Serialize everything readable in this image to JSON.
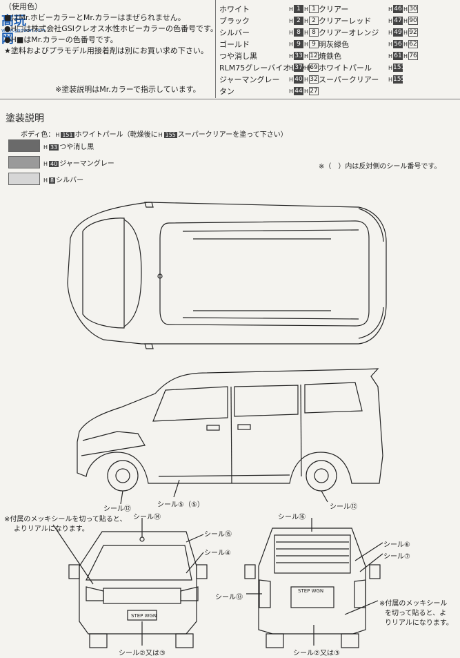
{
  "top_notes": {
    "partial_title": "（使用色）",
    "line1": "■はMr.ホビーカラーとMr.カラーはまぜられません。",
    "line2": "●H□は株式会社GSIクレオス水性ホビーカラーの色番号です。",
    "line3": "●H■はMr.カラーの色番号です。",
    "line4": "★塗料およびプラモデル用接着剤は別にお買い求め下さい。",
    "line5": "※塗装説明はMr.カラーで指示しています。"
  },
  "watermark": {
    "text": "高玩网",
    "url": "www.gaowan.com"
  },
  "colors_left": [
    {
      "name": "ホワイト",
      "h": "H",
      "mr": "1",
      "h2": "H",
      "aq": "1"
    },
    {
      "name": "ブラック",
      "h": "H",
      "mr": "2",
      "h2": "H",
      "aq": "2"
    },
    {
      "name": "シルバー",
      "h": "H",
      "mr": "8",
      "h2": "H",
      "aq": "8"
    },
    {
      "name": "ゴールド",
      "h": "H",
      "mr": "9",
      "h2": "H",
      "aq": "9"
    },
    {
      "name": "つや消し黒",
      "h": "H",
      "mr": "33",
      "h2": "H",
      "aq": "12"
    },
    {
      "name": "RLM75グレーバイオレット",
      "h": "H",
      "mr": "37",
      "h2": "H",
      "aq": "69"
    },
    {
      "name": "ジャーマングレー",
      "h": "H",
      "mr": "40",
      "h2": "H",
      "aq": "32"
    },
    {
      "name": "タン",
      "h": "H",
      "mr": "44",
      "h2": "H",
      "aq": "27"
    }
  ],
  "colors_right": [
    {
      "name": "クリアー",
      "h": "H",
      "mr": "46",
      "h2": "H",
      "aq": "30"
    },
    {
      "name": "クリアーレッド",
      "h": "H",
      "mr": "47",
      "h2": "H",
      "aq": "90"
    },
    {
      "name": "クリアーオレンジ",
      "h": "H",
      "mr": "49",
      "h2": "H",
      "aq": "92"
    },
    {
      "name": "明灰緑色",
      "h": "H",
      "mr": "56",
      "h2": "H",
      "aq": "62"
    },
    {
      "name": "焼鉄色",
      "h": "H",
      "mr": "61",
      "h2": "H",
      "aq": "76"
    },
    {
      "name": "ホワイトパール",
      "h": "H",
      "mr": "151",
      "h2": "",
      "aq": ""
    },
    {
      "name": "スーパークリアー",
      "h": "H",
      "mr": "155",
      "h2": "",
      "aq": ""
    }
  ],
  "section": {
    "title": "塗装説明",
    "body_prefix": "ボディ色：",
    "body_h1": "H",
    "body_c1": "151",
    "body_mid": "ホワイトパール（乾燥後に",
    "body_h2": "H",
    "body_c2": "155",
    "body_suffix": "スーパークリアーを塗って下さい）",
    "opposite_note": "※（　）内は反対側のシール番号です。"
  },
  "swatches": [
    {
      "h": "H",
      "code": "33",
      "label": "つや消し黒",
      "color": "#6a6a6a"
    },
    {
      "h": "H",
      "code": "40",
      "label": "ジャーマングレー",
      "color": "#9a9a9a"
    },
    {
      "h": "H",
      "code": "8",
      "label": "シルバー",
      "color": "#d6d6d6"
    }
  ],
  "seals": {
    "s12_side": "シール⑫",
    "s5": "シール⑤（⑤）",
    "s12_right": "シール⑫",
    "front_note_1": "※付属のメッキシールを切って貼ると、",
    "front_note_2": "よりリアルになります。",
    "s14": "シール⑭",
    "s15": "シール⑮",
    "s4": "シール④",
    "s2or3_front": "シール②又は③",
    "s16": "シール⑯",
    "s6": "シール⑥",
    "s7": "シール⑦",
    "s13": "シール⑬",
    "rear_note_1": "※付属のメッキシール",
    "rear_note_2": "を切って貼ると、よ",
    "rear_note_3": "りリアルになります。",
    "s2or3_rear": "シール②又は③",
    "badge_front": "STEP WGN",
    "badge_rear": "STEP WGN"
  }
}
